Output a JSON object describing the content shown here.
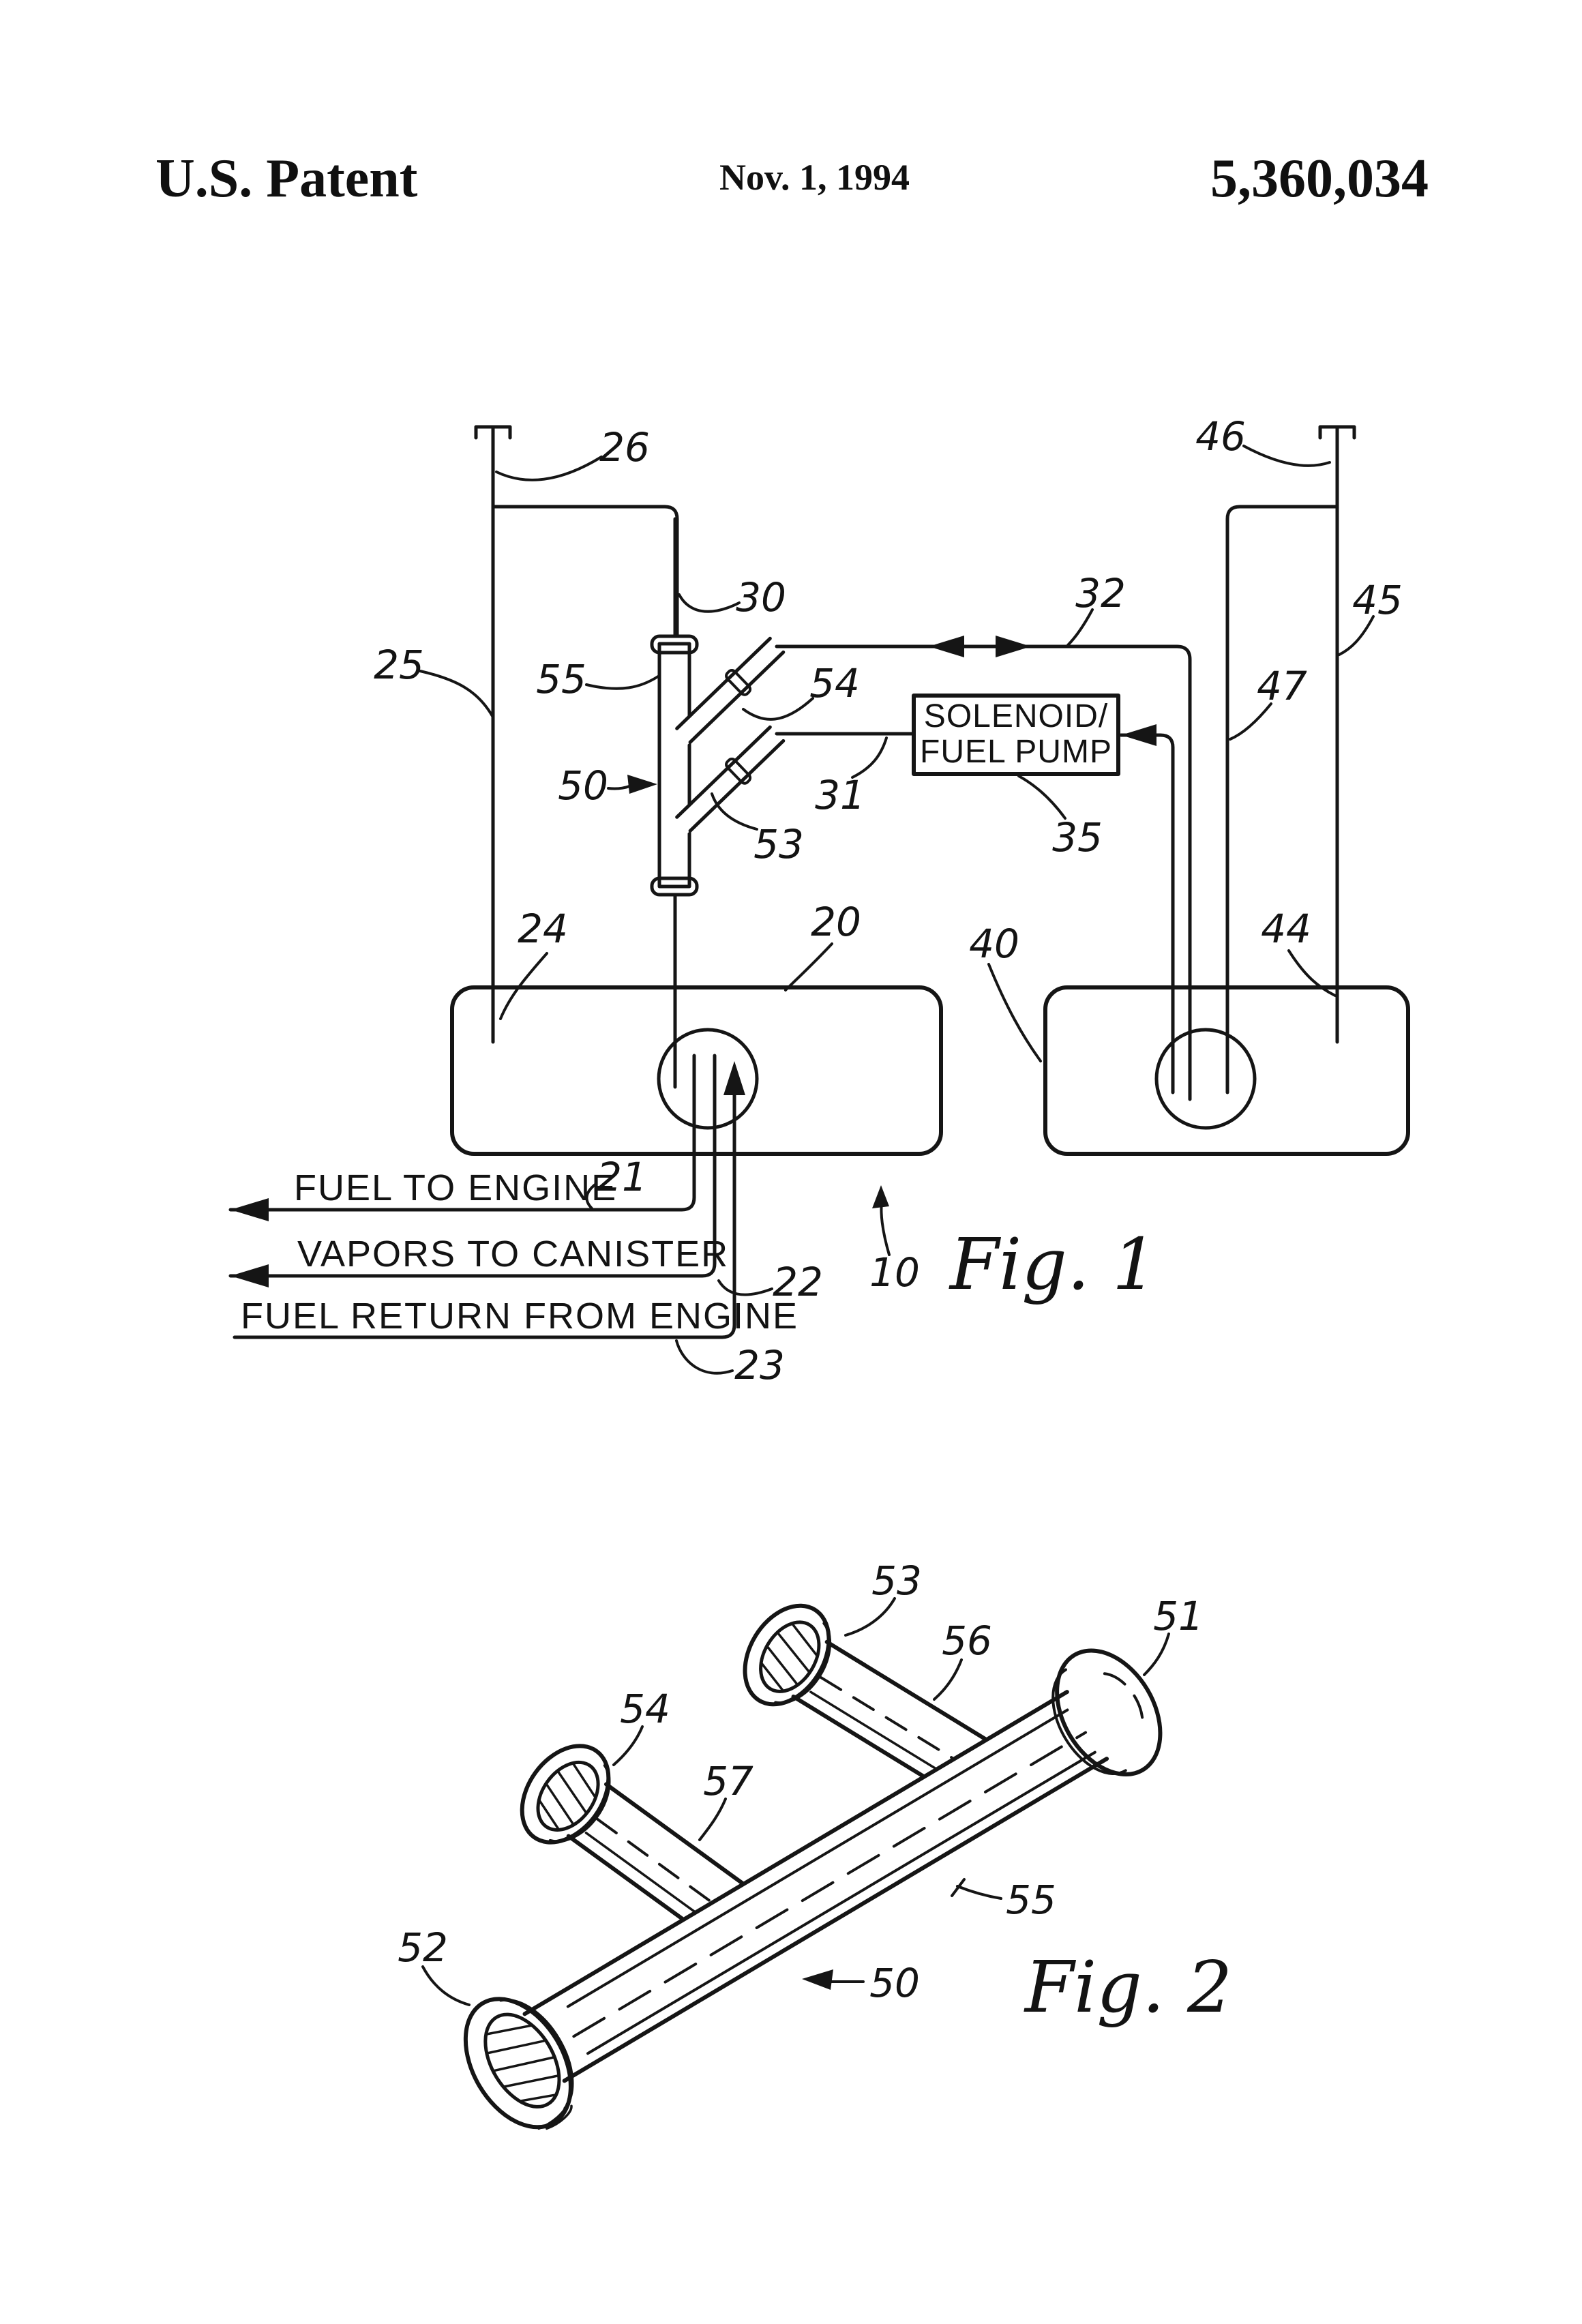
{
  "page": {
    "background": "#ffffff",
    "ink": "#151515"
  },
  "header": {
    "title": "U.S. Patent",
    "date": "Nov. 1, 1994",
    "patent_number": "5,360,034"
  },
  "fig1": {
    "caption": "Fig. 1",
    "solenoid_box": {
      "line1": "SOLENOID/",
      "line2": "FUEL PUMP"
    },
    "flow_labels": {
      "fuel_to_engine": "FUEL TO ENGINE",
      "vapors_to_canister": "VAPORS TO CANISTER",
      "fuel_return_from_engine": "FUEL RETURN FROM ENGINE"
    },
    "refs": {
      "r10": "10",
      "r20": "20",
      "r21": "21",
      "r22": "22",
      "r23": "23",
      "r24": "24",
      "r25": "25",
      "r26": "26",
      "r30": "30",
      "r31": "31",
      "r32": "32",
      "r35": "35",
      "r40": "40",
      "r44": "44",
      "r45": "45",
      "r46": "46",
      "r47": "47",
      "r50": "50",
      "r53": "53",
      "r54": "54",
      "r55": "55"
    }
  },
  "fig2": {
    "caption": "Fig. 2",
    "refs": {
      "r50": "50",
      "r51": "51",
      "r52": "52",
      "r53": "53",
      "r54": "54",
      "r55": "55",
      "r56": "56",
      "r57": "57"
    }
  }
}
